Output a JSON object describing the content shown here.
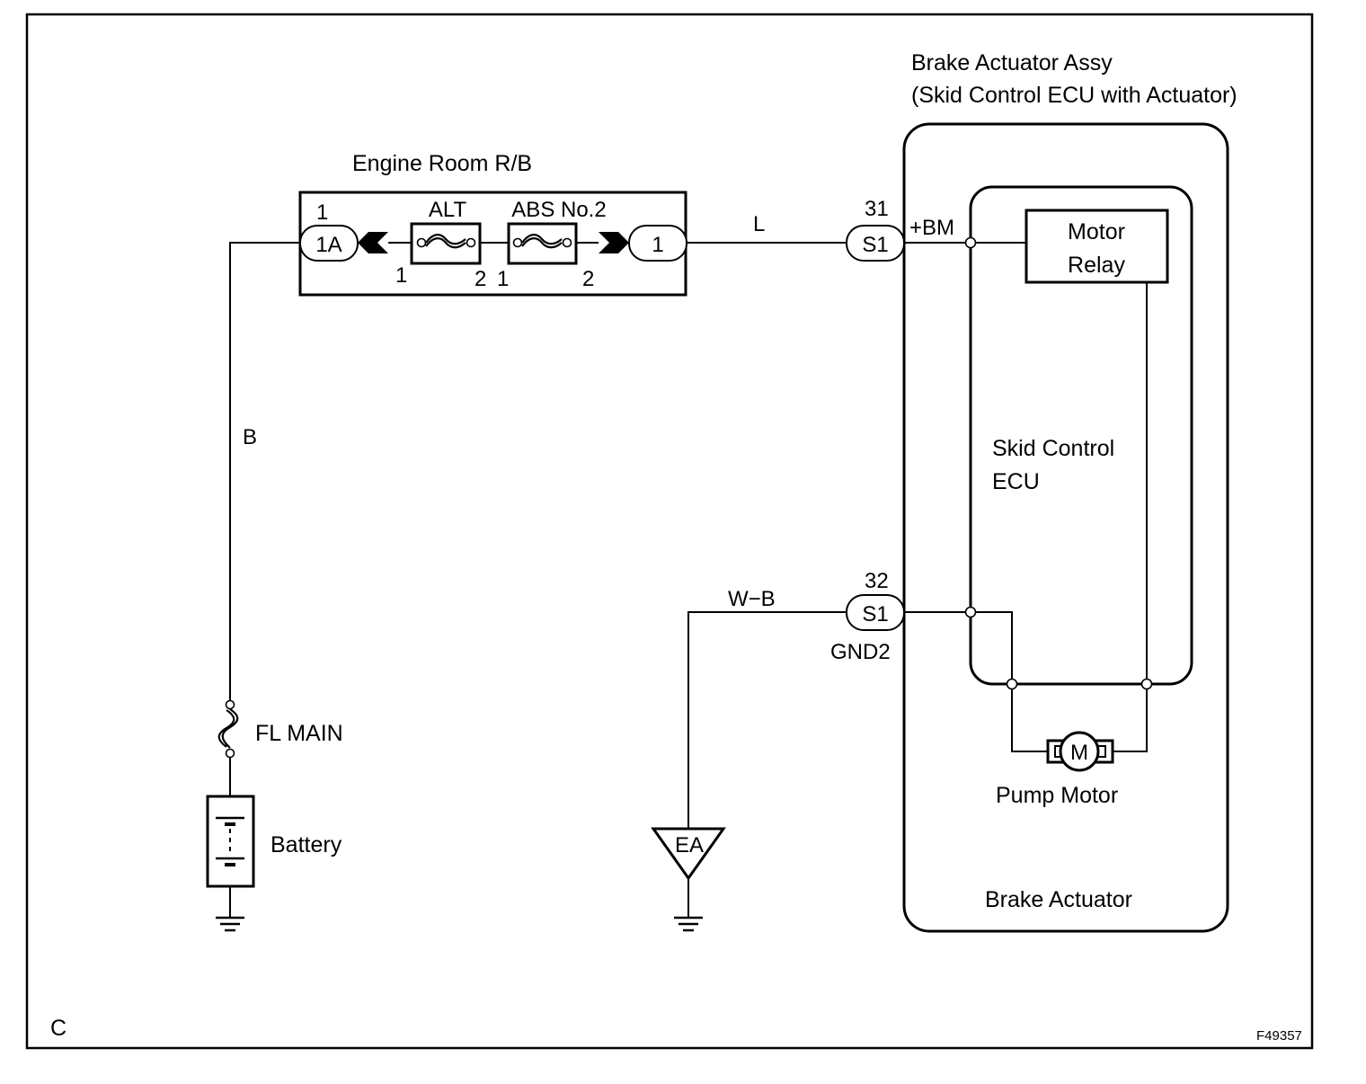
{
  "figure_code": "C",
  "figure_id": "F49357",
  "assembly": {
    "title_line1": "Brake Actuator Assy",
    "title_line2": "(Skid Control ECU with Actuator)",
    "bottom_label": "Brake Actuator"
  },
  "ecu": {
    "label_line1": "Skid Control",
    "label_line2": "ECU"
  },
  "motor_relay": {
    "line1": "Motor",
    "line2": "Relay"
  },
  "pump_motor": {
    "label": "Pump Motor",
    "symbol": "M"
  },
  "relay_block": {
    "title": "Engine Room R/B",
    "left_connector": "1A",
    "left_pin": "1",
    "right_connector": "1",
    "fuse1": {
      "name": "ALT",
      "pin_a": "1",
      "pin_b": "2"
    },
    "fuse2": {
      "name": "ABS No.2",
      "pin_a": "1",
      "pin_b": "2"
    }
  },
  "connector_s1_top": {
    "name": "S1",
    "pin": "31",
    "terminal": "+BM"
  },
  "connector_s1_bottom": {
    "name": "S1",
    "pin": "32",
    "terminal": "GND2"
  },
  "wires": {
    "top": "L",
    "left": "B",
    "ground": "W−B"
  },
  "fl_main": {
    "label": "FL MAIN"
  },
  "battery": {
    "label": "Battery"
  },
  "ground_point": {
    "label": "EA"
  }
}
